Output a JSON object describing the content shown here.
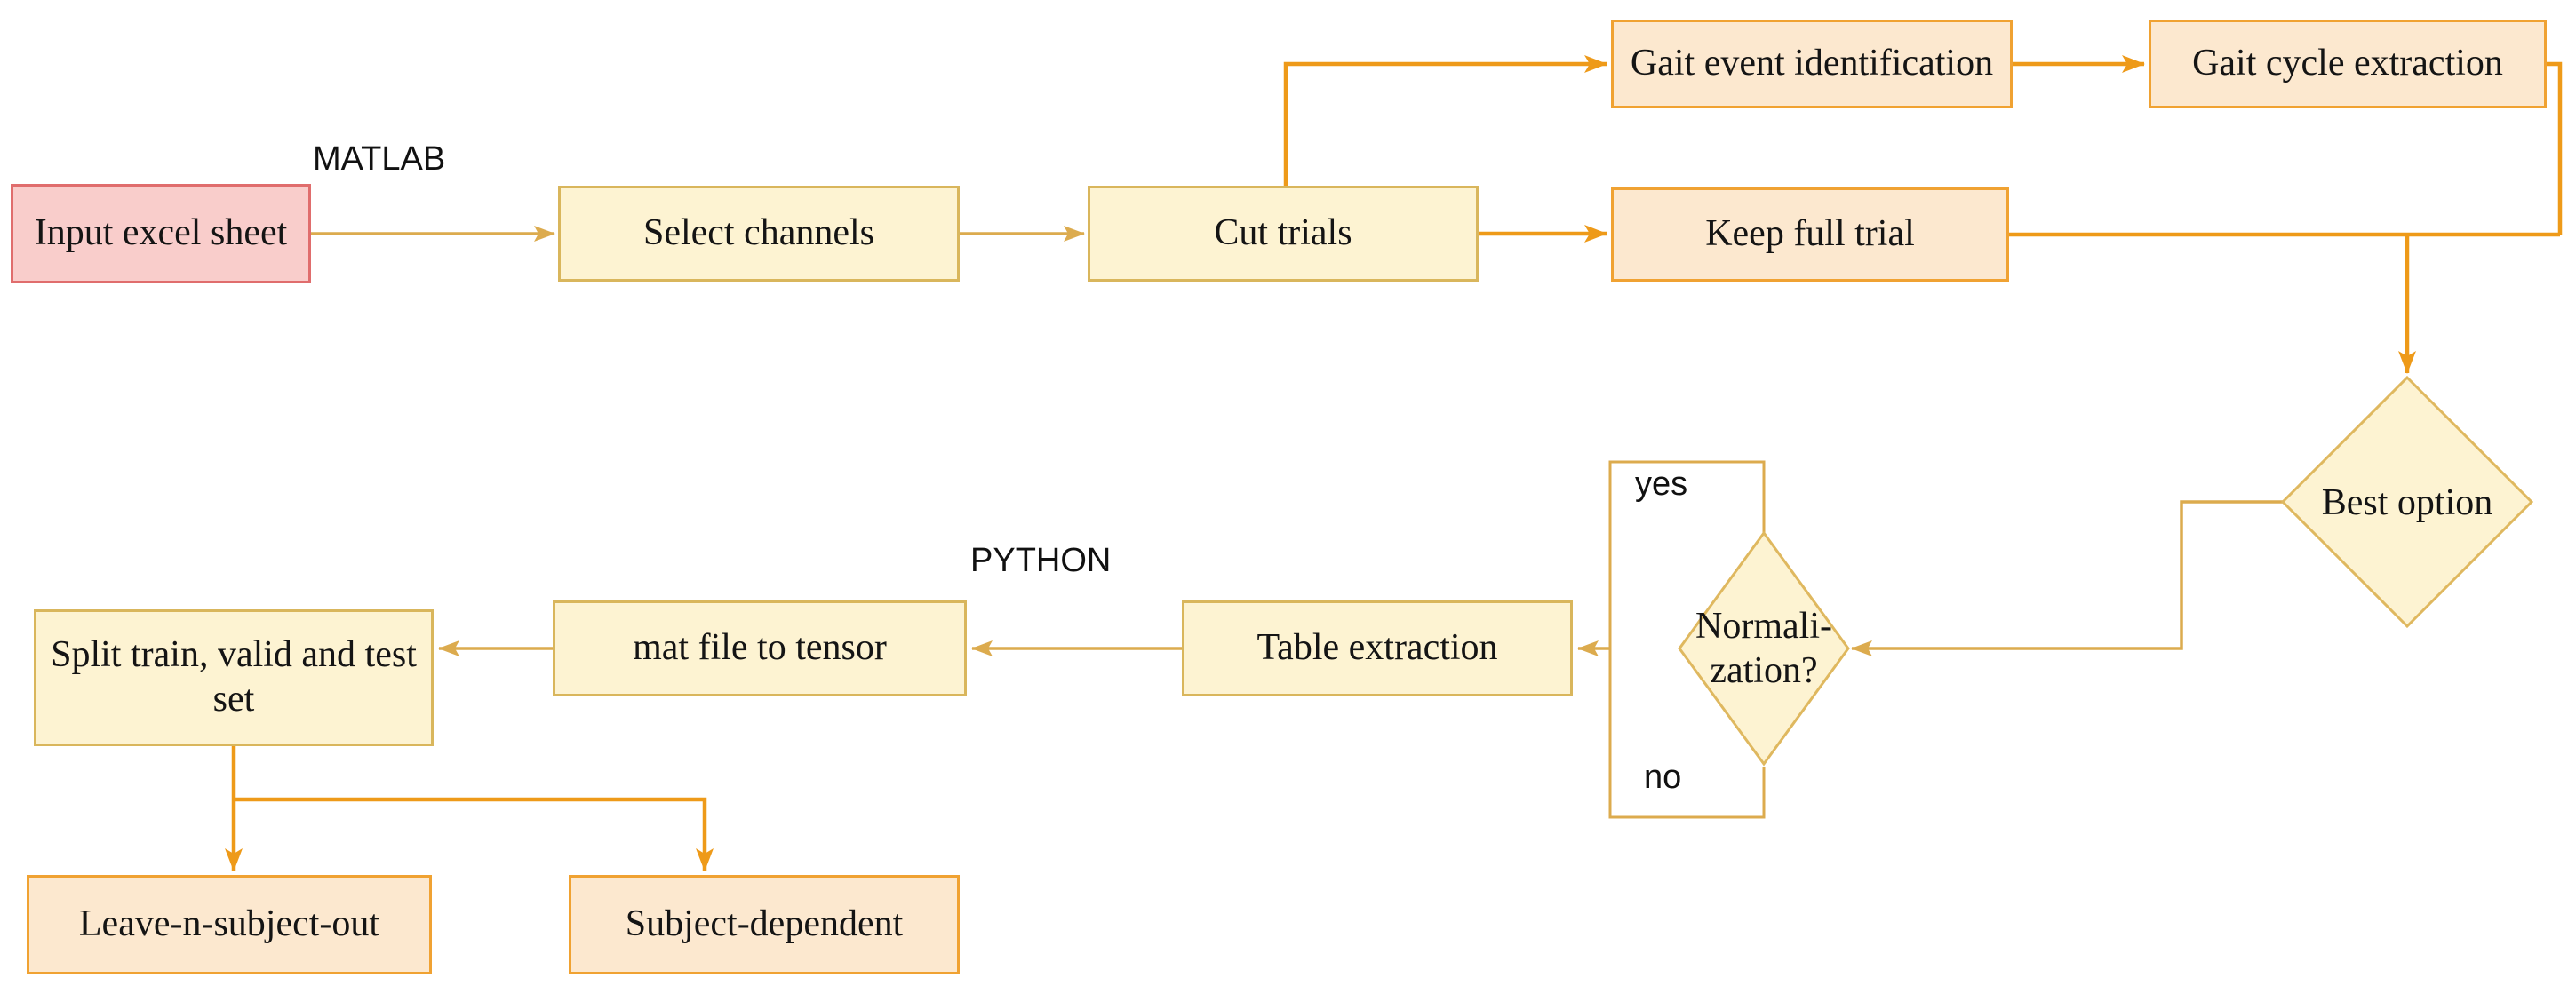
{
  "diagram": {
    "stage_labels": {
      "matlab": "MATLAB",
      "python": "PYTHON"
    },
    "decision_labels": {
      "yes": "yes",
      "no": "no"
    },
    "nodes": {
      "input_excel": {
        "label": "Input excel sheet",
        "kind": "input",
        "fill": "#F9CDCB",
        "border": "#E06D6D"
      },
      "select_channels": {
        "label": "Select channels",
        "kind": "process",
        "fill": "#FDF3D2",
        "border": "#D9B65C"
      },
      "cut_trials": {
        "label": "Cut trials",
        "kind": "process",
        "fill": "#FDF3D2",
        "border": "#D9B65C"
      },
      "gait_event": {
        "label": "Gait event identification",
        "kind": "process",
        "fill": "#FCE8CF",
        "border": "#F0A232"
      },
      "gait_cycle": {
        "label": "Gait cycle extraction",
        "kind": "process",
        "fill": "#FCE8CF",
        "border": "#F0A232"
      },
      "keep_full": {
        "label": "Keep full trial",
        "kind": "process",
        "fill": "#FCE8CF",
        "border": "#F0A232"
      },
      "best_option": {
        "label": "Best option",
        "kind": "decision",
        "fill": "#FDF3D2",
        "border": "#DFB85F"
      },
      "normalization": {
        "lines": [
          "Normali-",
          "zation?"
        ],
        "kind": "decision",
        "fill": "#FDF3D2",
        "border": "#DFB85F"
      },
      "table_extraction": {
        "label": "Table extraction",
        "kind": "process",
        "fill": "#FDF3D2",
        "border": "#D9B65C"
      },
      "mat_file": {
        "label": "mat file to tensor",
        "kind": "process",
        "fill": "#FDF3D2",
        "border": "#D9B65C"
      },
      "split_set": {
        "label": "Split train, valid and test set",
        "kind": "process",
        "fill": "#FDF3D2",
        "border": "#D9B65C"
      },
      "leave_n": {
        "label": "Leave-n-subject-out",
        "kind": "output",
        "fill": "#FCE8CF",
        "border": "#F0A232"
      },
      "subject_dep": {
        "label": "Subject-dependent",
        "kind": "output",
        "fill": "#FCE8CF",
        "border": "#F0A232"
      }
    },
    "edges": [
      {
        "from": "input_excel",
        "to": "select_channels",
        "label": "MATLAB"
      },
      {
        "from": "select_channels",
        "to": "cut_trials"
      },
      {
        "from": "cut_trials",
        "to": "keep_full"
      },
      {
        "from": "cut_trials",
        "to": "gait_event"
      },
      {
        "from": "gait_event",
        "to": "gait_cycle"
      },
      {
        "from": "gait_cycle",
        "to": "best_option"
      },
      {
        "from": "keep_full",
        "to": "best_option"
      },
      {
        "from": "best_option",
        "to": "normalization"
      },
      {
        "from": "normalization",
        "to": "table_extraction",
        "label": "yes / no"
      },
      {
        "from": "table_extraction",
        "to": "mat_file",
        "label": "PYTHON"
      },
      {
        "from": "mat_file",
        "to": "split_set"
      },
      {
        "from": "split_set",
        "to": "leave_n"
      },
      {
        "from": "split_set",
        "to": "subject_dep"
      }
    ],
    "colors": {
      "background": "#FFFFFF",
      "input_fill": "#F9CDCB",
      "input_border": "#E06D6D",
      "process_fill": "#FDF3D2",
      "process_border": "#D9B65C",
      "output_fill": "#FCE8CF",
      "output_border": "#F0A232",
      "arrow_gold": "#DCAB4E",
      "arrow_orange": "#EE9A19",
      "text": "#141414"
    }
  }
}
